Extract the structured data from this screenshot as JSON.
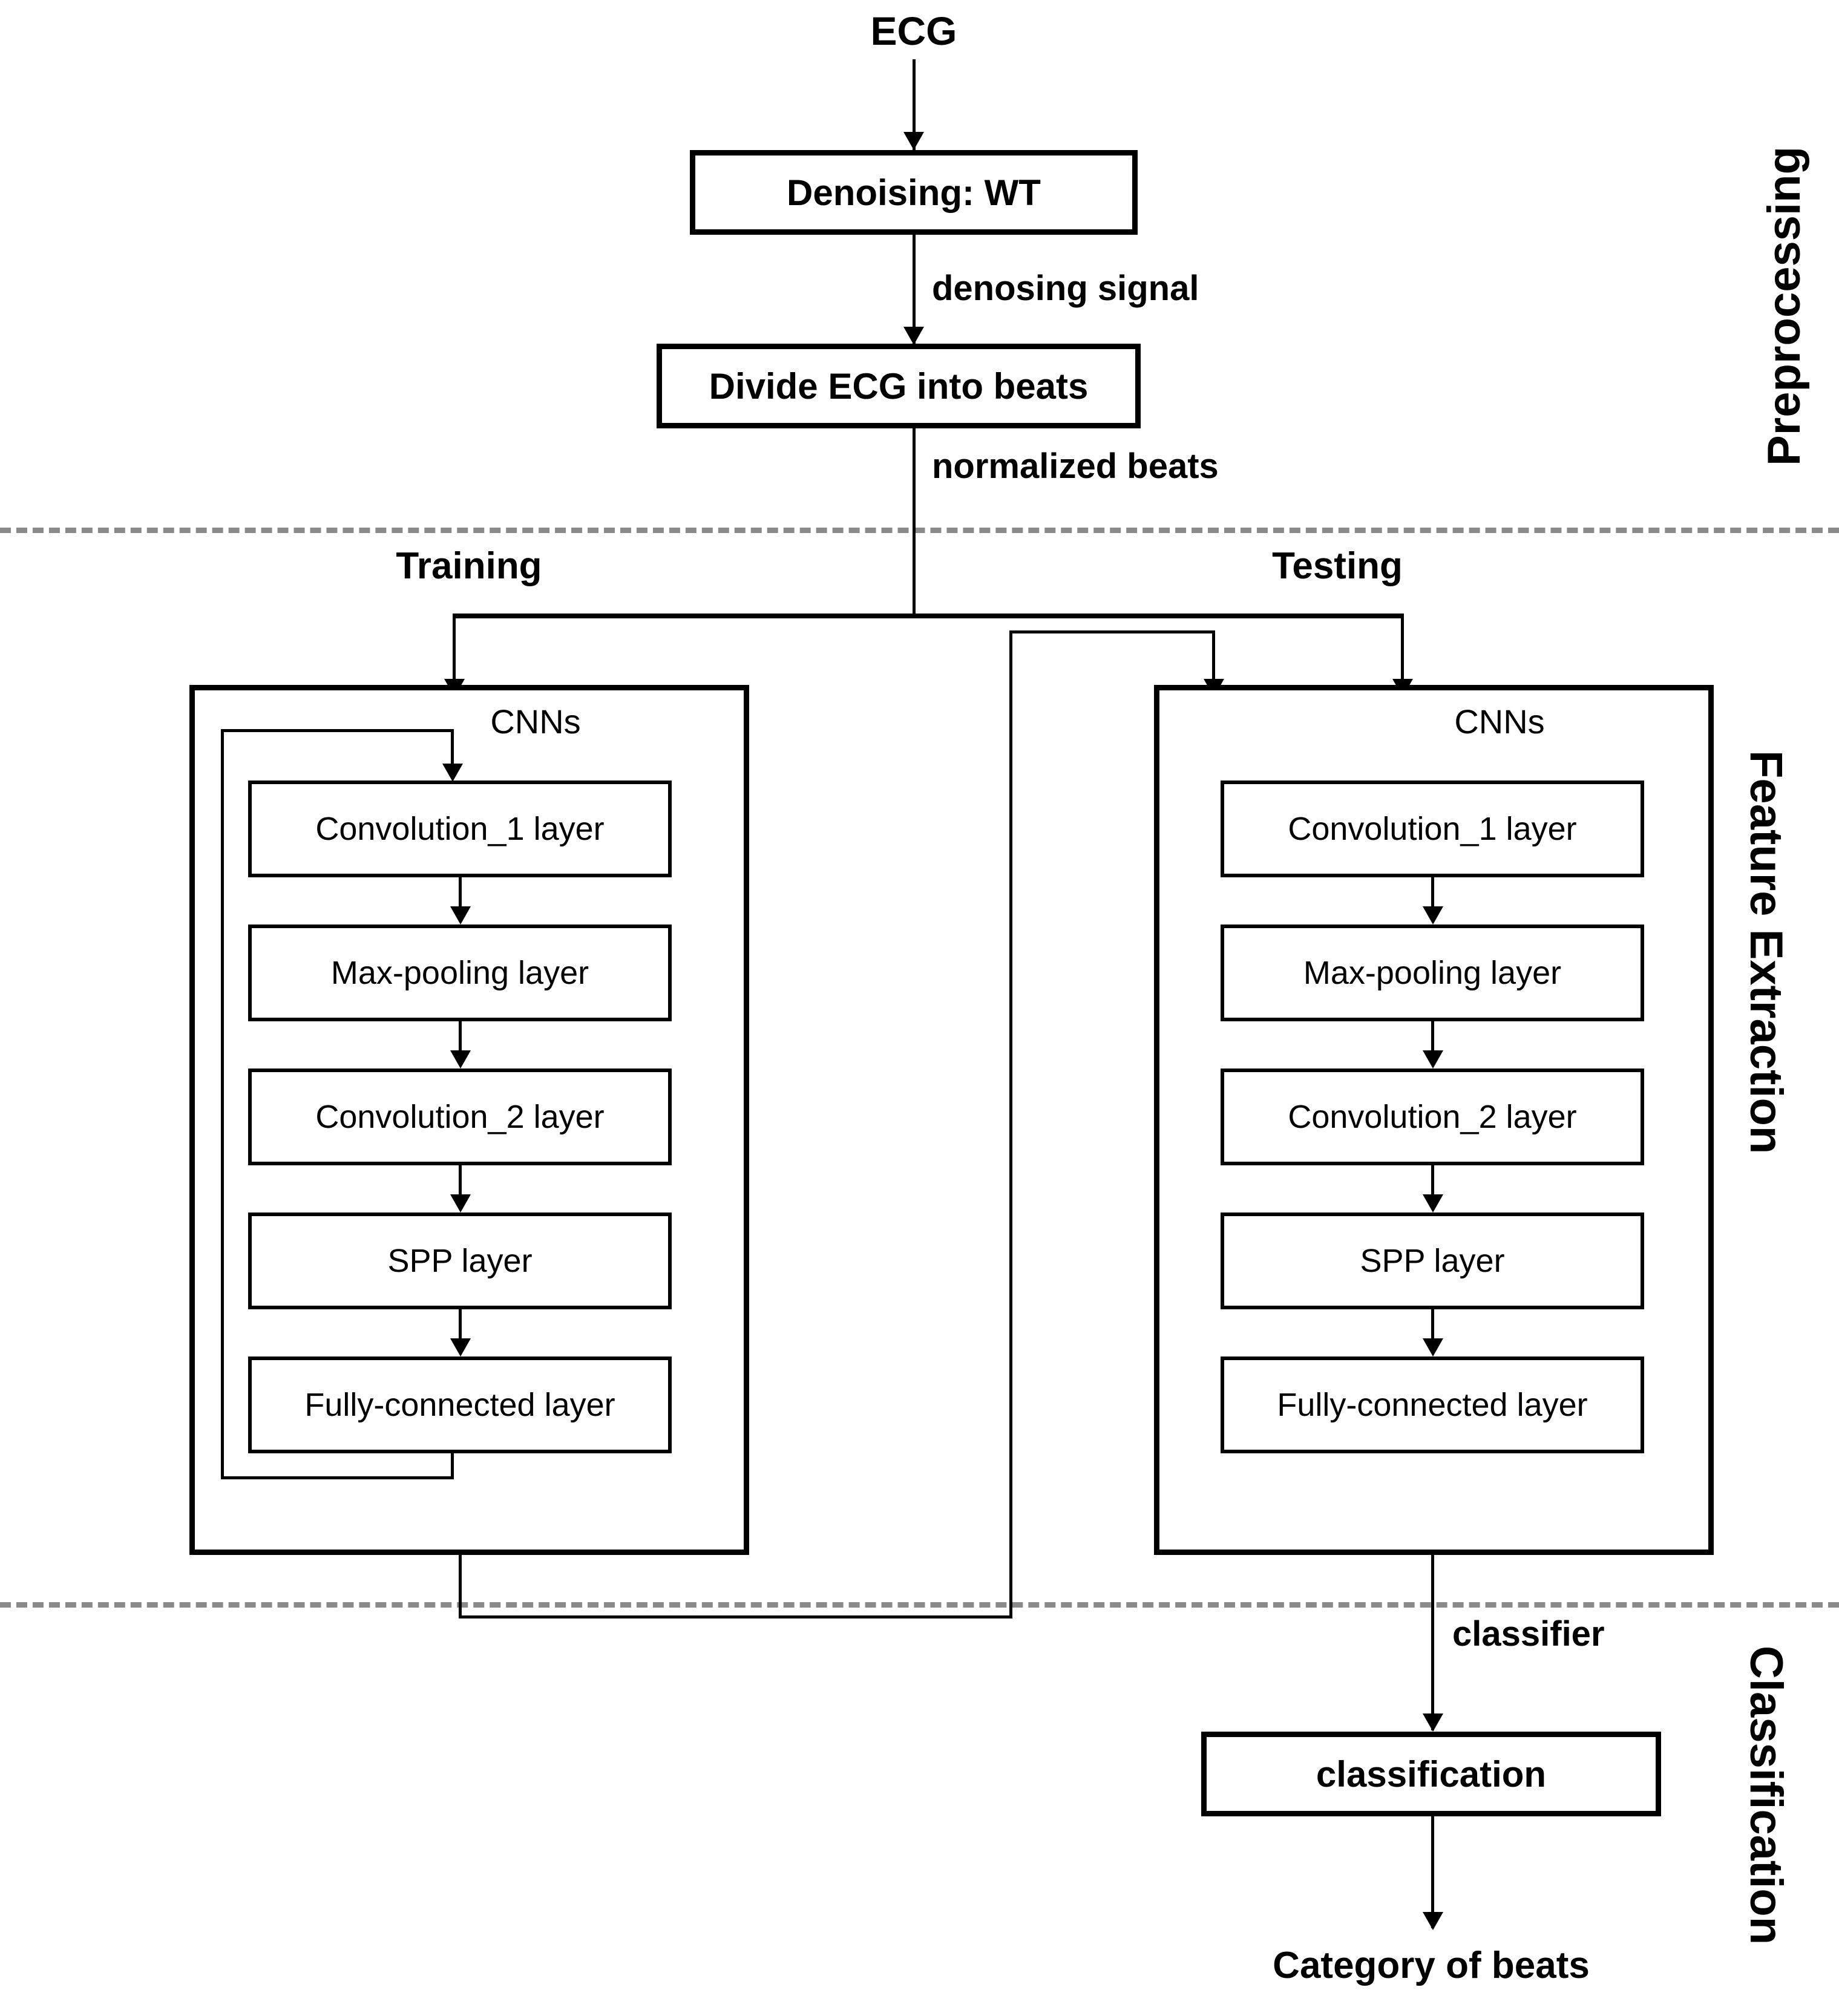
{
  "figure": {
    "title": "ECG classification pipeline flowchart",
    "type": "flowchart",
    "background_color": "#ffffff",
    "line_color": "#000000",
    "divider_color": "#8a8a8a"
  },
  "sections": {
    "preprocessing": "Preprocessing",
    "feature_extraction": "Feature Extraction",
    "classification": "Classification"
  },
  "nodes": {
    "input": "ECG",
    "denoising": "Denoising: WT",
    "divide": "Divide ECG into beats",
    "classification_box": "classification",
    "output": "Category of beats"
  },
  "edge_labels": {
    "denosing_signal": "denosing signal",
    "normalized_beats": "normalized beats",
    "classifier": "classifier"
  },
  "branches": {
    "training": "Training",
    "testing": "Testing"
  },
  "cnn": {
    "title": "CNNs",
    "layers": [
      "Convolution_1 layer",
      "Max-pooling layer",
      "Convolution_2 layer",
      "SPP layer",
      "Fully-connected layer"
    ]
  }
}
